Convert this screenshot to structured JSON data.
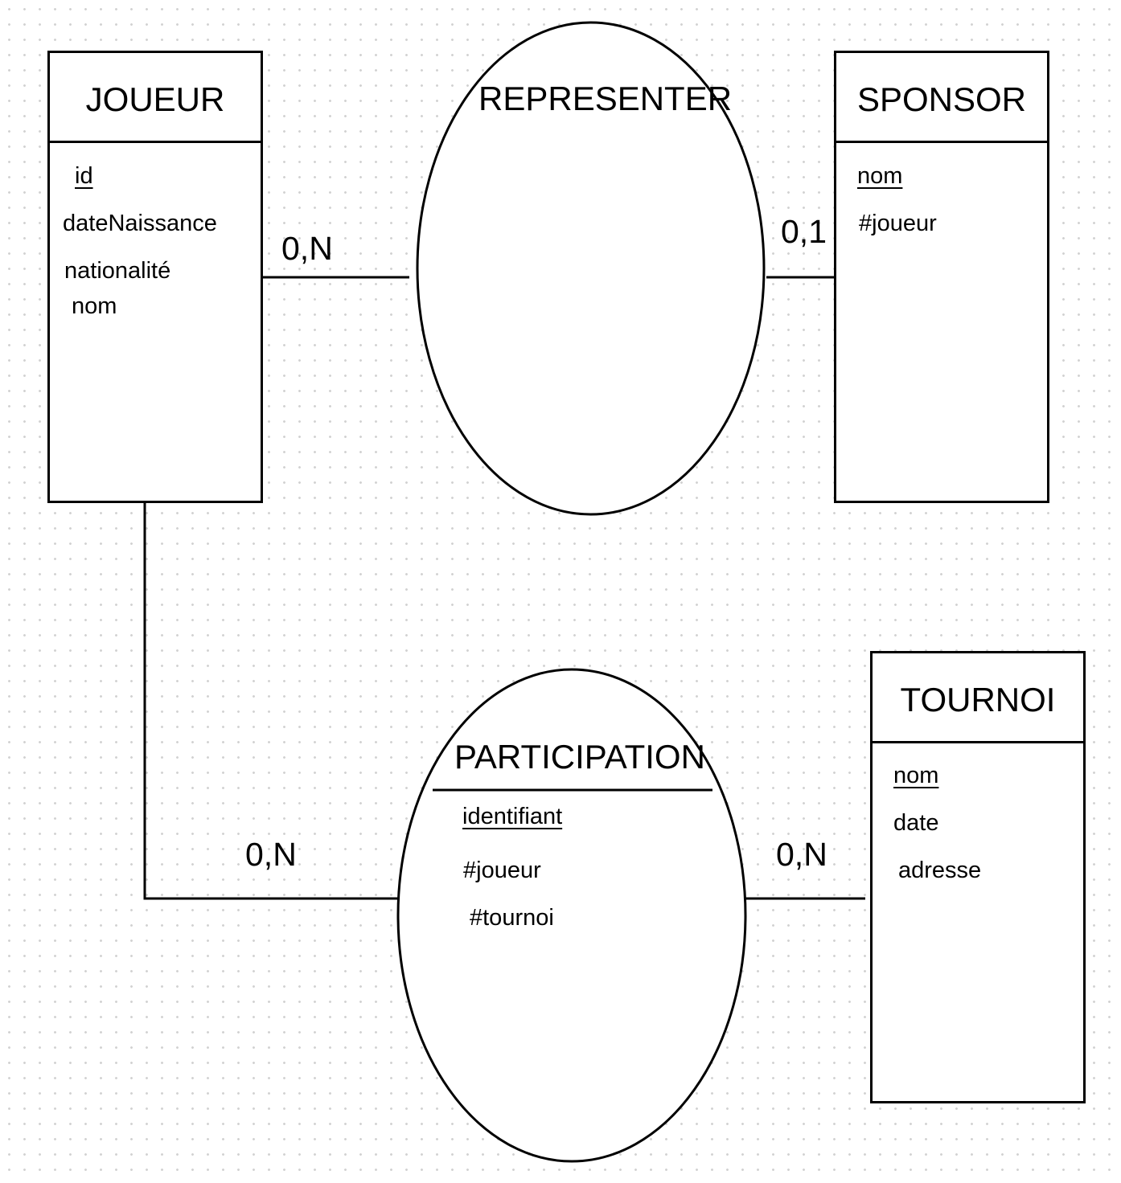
{
  "entities": {
    "joueur": {
      "name": "JOUEUR",
      "attributes": [
        {
          "label": "id",
          "key": true
        },
        {
          "label": "dateNaissance",
          "key": false
        },
        {
          "label": "nationalité",
          "key": false
        },
        {
          "label": "nom",
          "key": false
        }
      ]
    },
    "sponsor": {
      "name": "SPONSOR",
      "attributes": [
        {
          "label": "nom",
          "key": true
        },
        {
          "label": "#joueur",
          "key": false
        }
      ]
    },
    "tournoi": {
      "name": "TOURNOI",
      "attributes": [
        {
          "label": "nom",
          "key": true
        },
        {
          "label": "date",
          "key": false
        },
        {
          "label": "adresse",
          "key": false
        }
      ]
    }
  },
  "relations": {
    "representer": {
      "name": "REPRESENTER",
      "attributes": []
    },
    "participation": {
      "name": "PARTICIPATION",
      "attributes": [
        {
          "label": "identifiant",
          "key": true
        },
        {
          "label": "#joueur",
          "key": false
        },
        {
          "label": "#tournoi",
          "key": false
        }
      ]
    }
  },
  "cardinalities": {
    "joueur_representer": "0,N",
    "sponsor_representer": "0,1",
    "joueur_participation": "0,N",
    "tournoi_participation": "0,N"
  }
}
